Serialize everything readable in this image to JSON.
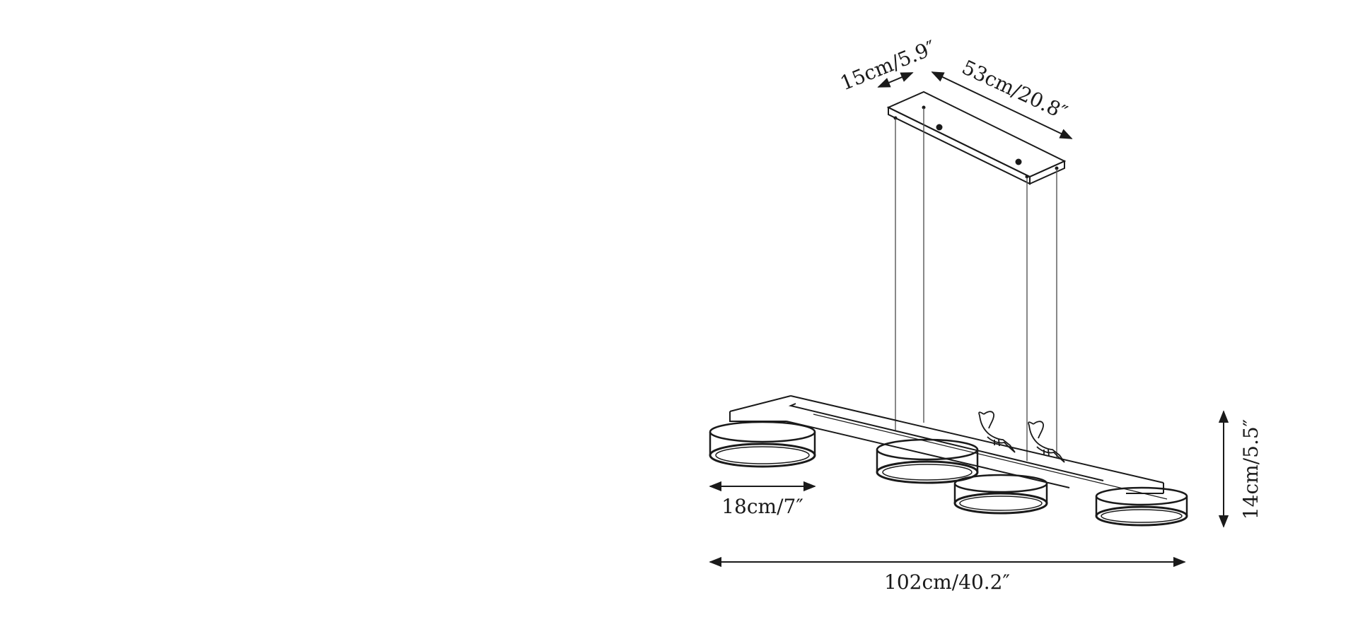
{
  "diagram": {
    "labels": {
      "canopy_depth": "15cm/5.9″",
      "canopy_length": "53cm/20.8″",
      "shade_diameter": "18cm/7″",
      "fixture_length": "102cm/40.2″",
      "fixture_height": "14cm/5.5″"
    },
    "colors": {
      "line": "#1a1a1a",
      "background": "#ffffff"
    }
  }
}
